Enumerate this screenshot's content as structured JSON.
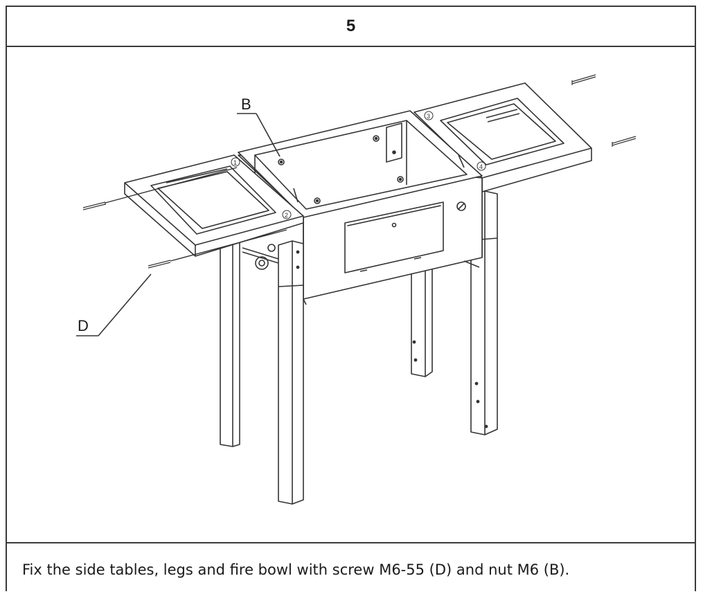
{
  "step": {
    "number": "5"
  },
  "callouts": {
    "nut": "B",
    "screw": "D"
  },
  "hole_markers": [
    "1",
    "2",
    "3",
    "4"
  ],
  "caption": "Fix the side tables, legs and fire bowl with screw M6-55 (D) and nut M6 (B)."
}
